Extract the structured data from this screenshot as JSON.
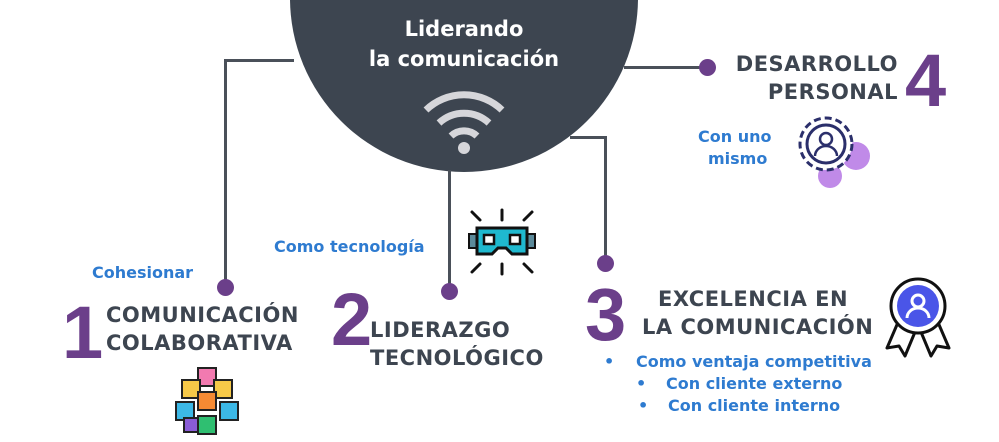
{
  "center": {
    "title_line1": "Liderando",
    "title_line2": "la comunicación",
    "icon": "wifi-icon"
  },
  "items": [
    {
      "number": "1",
      "title_line1": "COMUNICACIÓN",
      "title_line2": "COLABORATIVA",
      "subtitle": "Cohesionar",
      "icon": "cubes-icon"
    },
    {
      "number": "2",
      "title_line1": "LIDERAZGO",
      "title_line2": "TECNOLÓGICO",
      "subtitle": "Como tecnología",
      "icon": "vr-headset-icon"
    },
    {
      "number": "3",
      "title_line1": "EXCELENCIA EN",
      "title_line2": "LA COMUNICACIÓN",
      "bullets": [
        "Como ventaja competitiva",
        "Con cliente externo",
        "Con cliente interno"
      ],
      "icon": "award-ribbon-icon"
    },
    {
      "number": "4",
      "title_line1": "DESARROLLO",
      "title_line2": "PERSONAL",
      "subtitle_line1": "Con uno",
      "subtitle_line2": "mismo",
      "icon": "person-gear-icon"
    }
  ],
  "colors": {
    "dark": "#3d4550",
    "purple": "#6b3f8a",
    "blue": "#2e7bd0"
  }
}
